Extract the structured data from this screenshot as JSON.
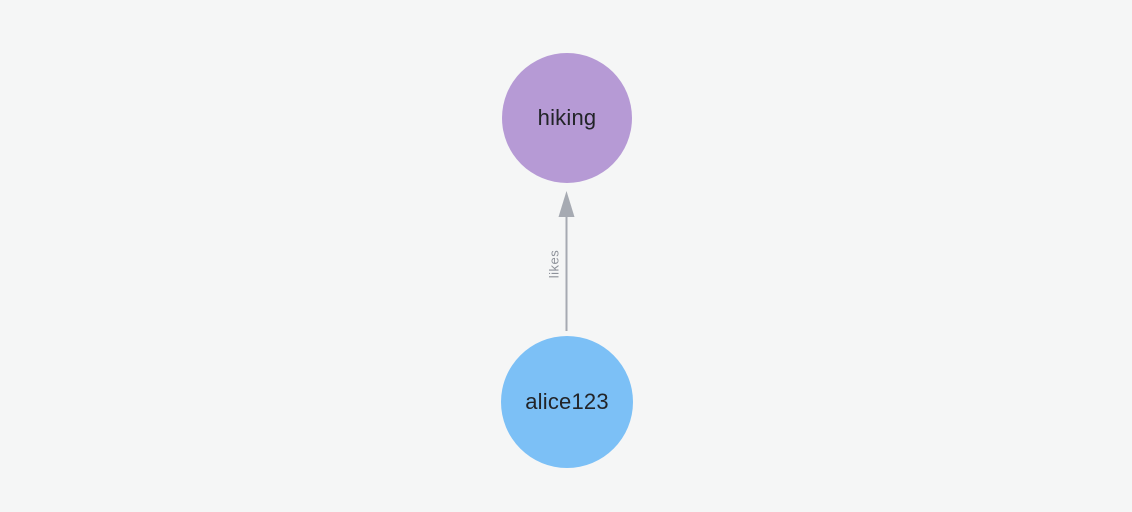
{
  "canvas": {
    "background_color": "#f5f6f6"
  },
  "graph": {
    "nodes": [
      {
        "id": "hiking",
        "label": "hiking",
        "color": "#b69ad5",
        "text_color": "#222428"
      },
      {
        "id": "alice123",
        "label": "alice123",
        "color": "#7cc0f6",
        "text_color": "#222428"
      }
    ],
    "edge": {
      "label": "likes",
      "from": "alice123",
      "to": "hiking",
      "color": "#a6aab2",
      "label_color": "#8e929a"
    }
  }
}
